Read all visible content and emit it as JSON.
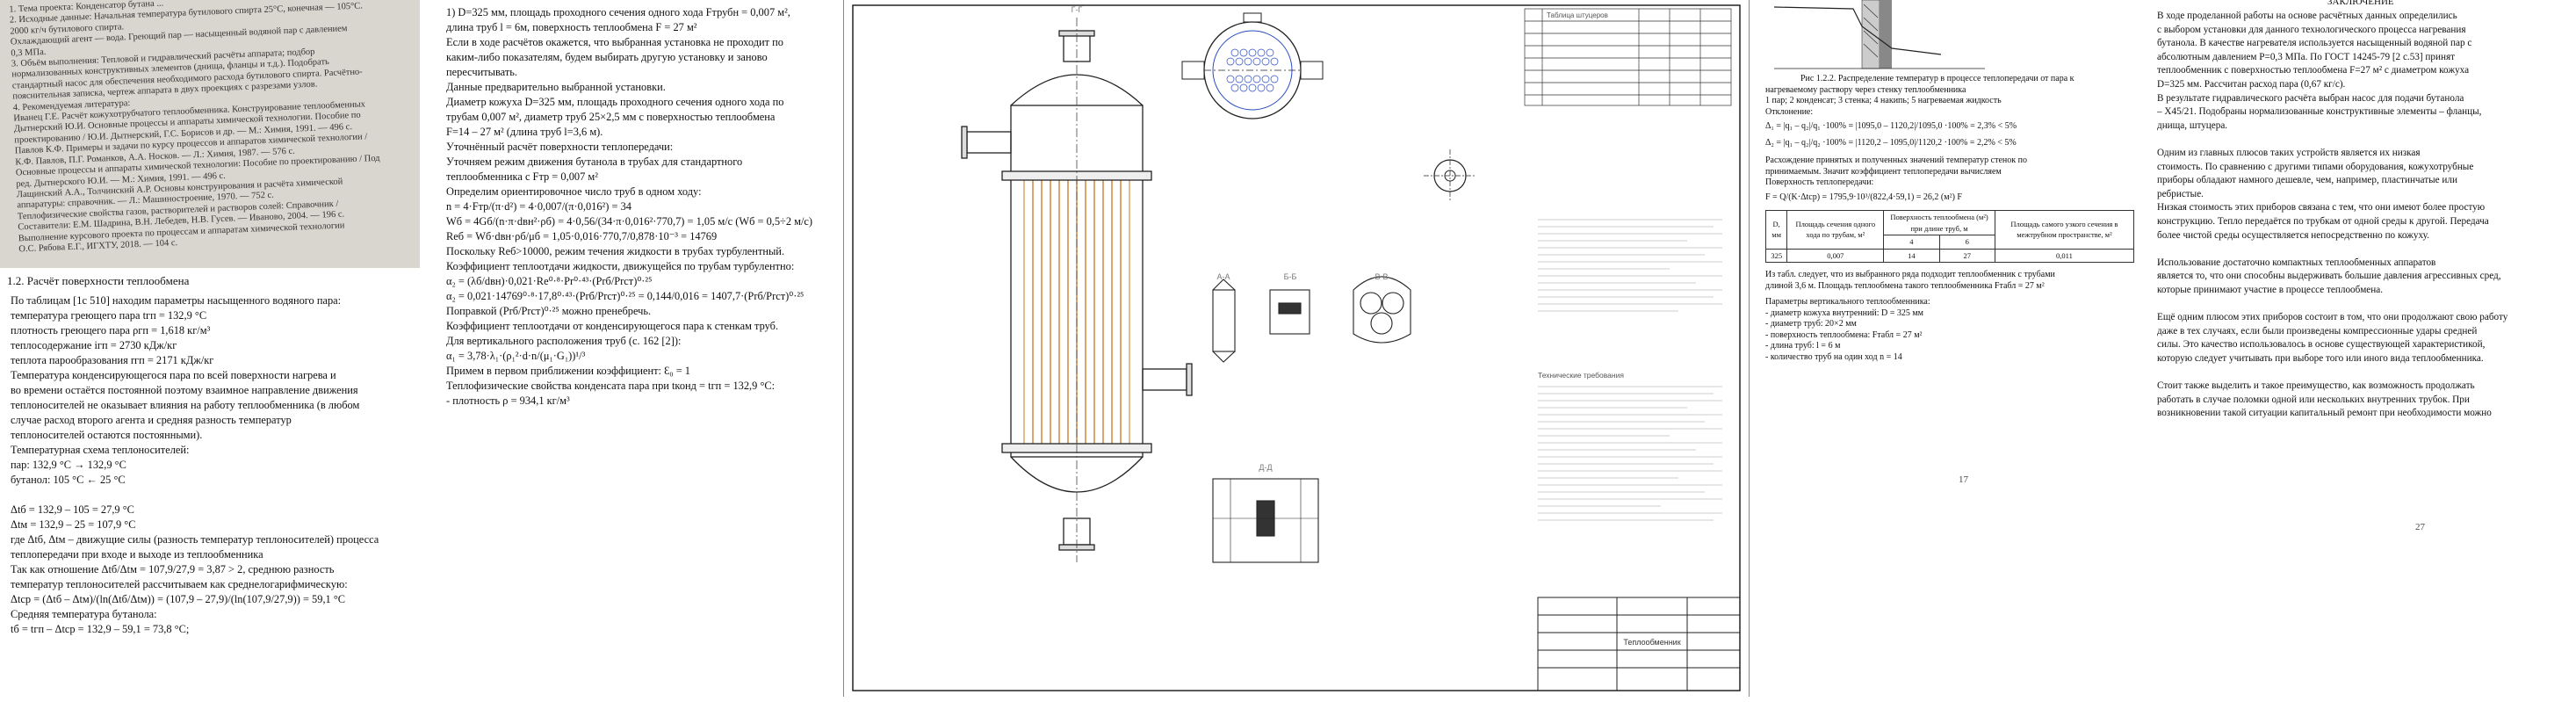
{
  "panel_photo": {
    "lines": [
      "1. Тема проекта: Конденсатор бутана ...",
      "2. Исходные данные: Начальная температура бутилового спирта 25°С, конечная — 105°С.",
      "2000 кг/ч бутилового спирта.",
      "Охлаждающий агент — вода. Греющий пар — насыщенный водяной пар с давлением",
      "0,3 МПа.",
      "3. Объём выполнения: Тепловой и гидравлический расчёты аппарата; подбор",
      "нормализованных конструктивных элементов (днища, фланцы и т.д.). Подобрать",
      "стандартный насос для обеспечения необходимого расхода бутилового спирта. Расчётно-",
      "пояснительная записка, чертеж аппарата в двух проекциях с разрезами узлов.",
      "4. Рекомендуемая литература:",
      "Иванец Г.Е. Расчёт кожухотрубчатого теплообменника. Конструирование теплообменных",
      "Дытнерский Ю.И. Основные процессы и аппараты химической технологии. Пособие по",
      "проектированию / Ю.И. Дытнерский, Г.С. Борисов и др. — М.: Химия, 1991. — 496 с.",
      "Павлов К.Ф. Примеры и задачи по курсу процессов и аппаратов химической технологии /",
      "К.Ф. Павлов, П.Г. Романков, А.А. Носков. — Л.: Химия, 1987. — 576 с.",
      "Основные процессы и аппараты химической технологии: Пособие по проектированию / Под",
      "ред. Дытнерского Ю.И. — М.: Химия, 1991. — 496 с.",
      "Лащинский А.А., Толчинский А.Р. Основы конструирования и расчёта химической",
      "аппаратуры: справочник. — Л.: Машиностроение, 1970. — 752 с.",
      "Теплофизические свойства газов, растворителей и растворов солей: Справочник /",
      "Составители: Е.М. Шадрина, В.Н. Лебедев, Н.В. Гусев. — Иваново, 2004. — 196 с.",
      "Выполнение курсового проекта по процессам и аппаратам химической технологии",
      "О.С. Рябова Е.Г., ИГХТУ, 2018. — 104 с."
    ]
  },
  "panel_text1": {
    "heading": "1.2. Расчёт поверхности теплообмена",
    "lines": [
      "По таблицам [1с 510] находим параметры насыщенного водяного пара:",
      "температура греющего пара tгп = 132,9 °С",
      "плотность греющего пара ρгп = 1,618 кг/м³",
      "теплосодержание iгп = 2730 кДж/кг",
      "теплота парообразования rгп = 2171 кДж/кг",
      "Температура конденсирующегося пара по всей поверхности нагрева и",
      "во времени остаётся постоянной поэтому взаимное направление движения",
      "теплоносителей не оказывает влияния на работу теплообменника (в любом",
      "случае расход второго агента и средняя разность температур",
      "теплоносителей остаются постоянными).",
      "Температурная схема теплоносителей:",
      "пар:          132,9 °С   →   132,9 °С",
      "бутанол:        105 °С   ←   25 °С",
      "",
      "Δtб = 132,9 – 105 = 27,9 °С",
      "Δtм = 132,9 – 25 = 107,9 °С",
      "где Δtб, Δtм – движущие силы (разность температур теплоносителей) процесса",
      "теплопередачи при входе и выходе из теплообменника",
      "Так как отношение Δtб/Δtм = 107,9/27,9 = 3,87 > 2, среднюю разность",
      "температур теплоносителей рассчитываем как среднелогарифмическую:",
      "Δtср = (Δtб – Δtм)/(ln(Δtб/Δtм)) = (107,9 – 27,9)/(ln(107,9/27,9)) = 59,1 °С",
      "Средняя температура бутанола:",
      "tб = tгп – Δtср = 132,9 – 59,1 = 73,8 °С;"
    ]
  },
  "panel_text2": {
    "lines": [
      "1)  D=325 мм, площадь проходного сечения одного хода Fтрубн = 0,007 м²,",
      "длина труб l = 6м, поверхность теплообмена F = 27 м²",
      "Если в ходе расчётов окажется, что выбранная установка не проходит по",
      "каким-либо показателям, будем выбирать другую установку и заново",
      "пересчитывать.",
      "Данные предварительно выбранной установки.",
      "Диаметр кожуха D=325 мм, площадь проходного сечения одного хода по",
      "трубам 0,007 м², диаметр труб 25×2,5 мм с поверхностью теплообмена",
      "F=14 – 27 м² (длина труб l=3,6 м).",
      "Уточнённый расчёт поверхности теплопередачи:",
      "Уточняем режим движения бутанола в трубах для стандартного",
      "теплообменника с Fтр = 0,007 м²",
      "Определим ориентировочное число труб в одном ходу:",
      "n = 4·Fтр/(π·d²) = 4·0,007/(π·0,016²) = 34",
      "Wб = 4Gб/(n·π·dвн²·ρб) = 4·0,56/(34·π·0,016²·770,7) = 1,05 м/с  (Wб = 0,5÷2 м/с)",
      "Reб = Wб·dвн·ρб/μб = 1,05·0,016·770,7/0,878·10⁻³ = 14769",
      "Поскольку Reб>10000, режим течения жидкости в трубах турбулентный.",
      "Коэффициент теплоотдачи жидкости, движущейся по трубам турбулентно:",
      "α₂ = (λб/dвн)·0,021·Re⁰·⁸·Pr⁰·⁴³·(Prб/Prст)⁰·²⁵",
      "α₂ = 0,021·14769⁰·⁸·17,8⁰·⁴³·(Prб/Prст)⁰·²⁵ = 0,144/0,016 = 1407,7·(Prб/Prст)⁰·²⁵",
      "Поправкой (Prб/Prст)⁰·²⁵ можно пренебречь.",
      "Коэффициент теплоотдачи от конденсирующегося пара к стенкам труб.",
      "Для вертикального расположения труб (с. 162 [2]):",
      "α₁ = 3,78·λ₁·(ρ₁²·d·n/(μ₁·G₁))¹/³",
      "Примем в первом приближении коэффициент:  Ɛ₀ = 1",
      "Теплофизические свойства конденсата пара при tконд = tгп = 132,9 °С:",
      "- плотность ρ = 934,1 кг/м³"
    ]
  },
  "drawing": {
    "section_labels": [
      "А-А",
      "Б-Б",
      "В-В",
      "Г-Г",
      "Д-Д"
    ],
    "title_block": "Теплообменник",
    "notes_heading": "Технические требования",
    "table_header": "Таблица штуцеров"
  },
  "panel_text3": {
    "caption": "Рис 1.2.2. Распределение температур в процессе теплопередачи от пара к",
    "caption2": "нагреваемому раствору через стенку теплообменника",
    "legend": "1 пар; 2  конденсат; 3  стенка; 4  накипь; 5  нагреваемая жидкость",
    "check_heading": "Отклонение:",
    "check1": "Δ₁ = |q₁ – q₂|/q₁ ·100% = |1095,0 – 1120,2|/1095,0 ·100% = 2,3% < 5%",
    "check2": "Δ₂ = |q₁ – q₂|/q₂ ·100% = |1120,2 – 1095,0|/1120,2 ·100% = 2,2% < 5%",
    "mid1": "Расхождение принятых и полученных значений температур стенок по",
    "mid2": "принимаемым. Значит коэффициент теплопередачи вычисляем",
    "mid3": "Поверхность теплопередачи:",
    "formula": "F = Q/(K·Δtср) = 1795,9·10³/(822,4·59,1) = 26,2 (м²) F",
    "table": {
      "headers": [
        "D, мм",
        "Площадь сечения одного хода по трубам, м²",
        "Поверхность теплообмена (м²) при длине труб, м",
        "Площадь самого узкого сечения в межтрубном пространстве, м²"
      ],
      "subheaders": [
        "",
        "",
        "4",
        "6",
        ""
      ],
      "row": [
        "325",
        "0,007",
        "14",
        "27",
        "0,011"
      ]
    },
    "after1": "Из табл. следует, что из выбранного ряда подходит теплообменник с трубами",
    "after2": "длиной 3,6 м. Площадь теплообмена такого теплообменника Fтабл = 27 м²",
    "params_heading": "Параметры вертикального теплообменника:",
    "params": [
      "- диаметр кожуха внутренний: D = 325 мм",
      "- диаметр труб: 20×2 мм",
      "- поверхность теплообмена: Fтабл = 27 м²",
      "- длина труб: l = 6 м",
      "- количество труб на один ход n = 14"
    ],
    "page": "17"
  },
  "panel_text4": {
    "title": "ЗАКЛЮЧЕНИЕ",
    "lines": [
      "В ходе проделанной работы на основе расчётных данных определились",
      "с выбором установки для данного технологического процесса нагревания",
      "бутанола. В качестве нагревателя используется насыщенный водяной пар с",
      "абсолютным давлением Р=0,3 МПа. По ГОСТ 14245-79 [2 с.53] принят",
      "теплообменник с поверхностью теплообмена F=27 м² с диаметром кожуха",
      "D=325 мм. Рассчитан расход пара (0,67 кг/с).",
      "В результате гидравлического расчёта выбран насос для подачи бутанола",
      "– Х45/21. Подобраны нормализованные конструктивные элементы – фланцы,",
      "днища, штуцера.",
      "",
      "Одним из главных плюсов таких устройств является их низкая",
      "стоимость. По сравнению с другими типами оборудования, кожухотрубные",
      "приборы обладают намного дешевле, чем, например, пластинчатые или",
      "ребристые.",
      "Низкая стоимость этих приборов связана с тем, что они имеют более простую",
      "конструкцию. Тепло передаётся по трубкам от одной среды к другой. Передача",
      "более чистой среды осуществляется непосредственно по кожуху.",
      "",
      "Использование достаточно компактных теплообменных аппаратов",
      "является то, что они способны выдерживать большие давления агрессивных сред,",
      "которые принимают участие в процессе теплообмена.",
      "",
      "Ещё одним плюсом этих приборов состоит в том, что они продолжают свою работу",
      "даже в тех случаях, если были произведены компрессионные удары средней",
      "силы. Это качество использовалось в основе существующей характеристикой,",
      "которую следует учитывать при выборе того или иного вида теплообменника.",
      "",
      "Стоит также выделить и такое преимущество, как возможность продолжать",
      "работать в случае поломки одной или нескольких внутренних трубок. При",
      "возникновении такой ситуации капитальный ремонт при необходимости можно"
    ],
    "page": "27"
  }
}
